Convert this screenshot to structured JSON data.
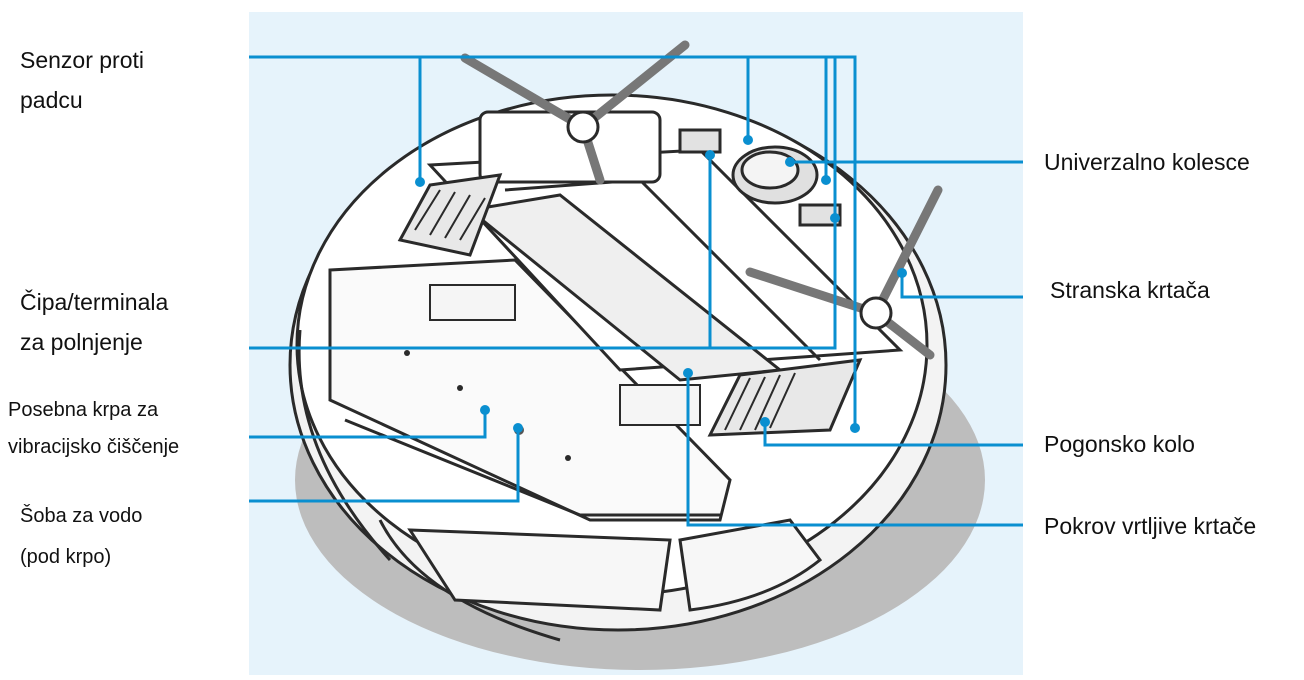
{
  "labels": {
    "fall_sensor": [
      "Senzor proti",
      "padcu"
    ],
    "charging_contacts": [
      "Čipa/terminala",
      "za polnjenje"
    ],
    "vibration_cloth": [
      "Posebna krpa za",
      "vibracijsko čiščenje"
    ],
    "water_nozzle": [
      "Šoba za vodo",
      "(pod krpo)"
    ],
    "universal_wheel": "Univerzalno kolesce",
    "side_brush": "Stranska krtača",
    "drive_wheel": "Pogonsko kolo",
    "brush_cover": "Pokrov vrtljive krtače"
  },
  "colors": {
    "panel_bg": "#e6f3fb",
    "leader_line": "#0a8fd0",
    "robot_line": "#2a2a2a",
    "robot_body": "#ffffff",
    "shadow": "#bdbdbd",
    "robot_shade": "#d9d9d9"
  }
}
